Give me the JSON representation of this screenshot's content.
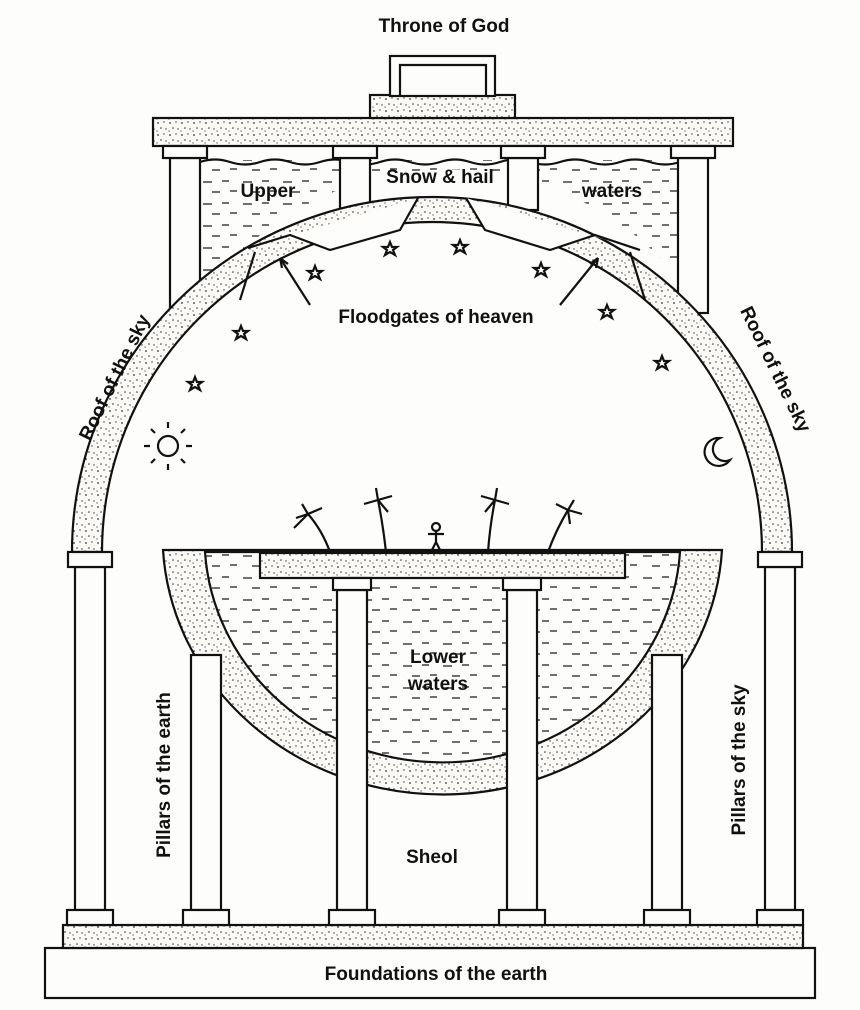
{
  "labels": {
    "throne": "Throne of God",
    "snow_hail": "Snow & hail",
    "upper": "Upper",
    "waters_upper": "waters",
    "floodgates": "Floodgates of heaven",
    "roof_left": "Roof of the sky",
    "roof_right": "Roof of the sky",
    "lower_line1": "Lower",
    "lower_line2": "waters",
    "pillars_earth": "Pillars of the earth",
    "pillars_sky": "Pillars of the sky",
    "sheol": "Sheol",
    "foundations": "Foundations of the earth"
  },
  "colors": {
    "ink": "#111111",
    "paper": "#fdfdfb"
  }
}
